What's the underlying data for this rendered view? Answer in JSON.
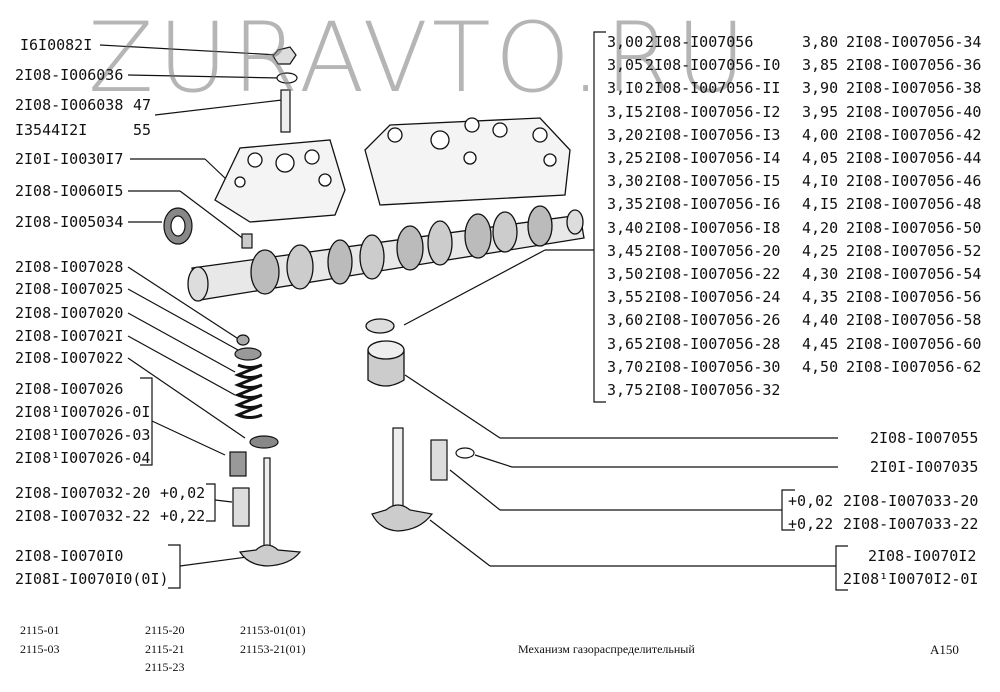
{
  "watermark": "ZURAVTO.RU",
  "labels_left": {
    "nut": "I6I0082I",
    "washer": "2I08-I006036",
    "stud_a": "2I08-I006038",
    "stud_a_len": "47",
    "stud_b": "I3544I2I",
    "stud_b_len": "55",
    "camshaft_housing": "2I0I-I0030I7",
    "plug": "2I08-I0060I5",
    "oil_seal": "2I08-I005034",
    "cotter": "2I08-I007028",
    "spring_retainer": "2I08-I007025",
    "outer_spring": "2I08-I007020",
    "inner_spring": "2I08-I00702I",
    "spring_seat": "2I08-I007022",
    "valve_seal_1": "2I08-I007026",
    "valve_seal_2": "2I08¹I007026-0I",
    "valve_seal_3": "2I08¹I007026-03",
    "valve_seal_4": "2I08¹I007026-04",
    "guide_20": "2I08-I007032-20",
    "guide_20_size": "+0,02",
    "guide_22": "2I08-I007032-22",
    "guide_22_size": "+0,22",
    "intake_valve_1": "2I08-I0070I0",
    "intake_valve_2": "2I08I-I0070I0(0I)"
  },
  "shim_table": {
    "left": [
      {
        "size": "3,00",
        "part": "2I08-I007056"
      },
      {
        "size": "3,05",
        "part": "2I08-I007056-I0"
      },
      {
        "size": "3,I0",
        "part": "2I08-I007056-II"
      },
      {
        "size": "3,I5",
        "part": "2I08-I007056-I2"
      },
      {
        "size": "3,20",
        "part": "2I08-I007056-I3"
      },
      {
        "size": "3,25",
        "part": "2I08-I007056-I4"
      },
      {
        "size": "3,30",
        "part": "2I08-I007056-I5"
      },
      {
        "size": "3,35",
        "part": "2I08-I007056-I6"
      },
      {
        "size": "3,40",
        "part": "2I08-I007056-I8"
      },
      {
        "size": "3,45",
        "part": "2I08-I007056-20"
      },
      {
        "size": "3,50",
        "part": "2I08-I007056-22"
      },
      {
        "size": "3,55",
        "part": "2I08-I007056-24"
      },
      {
        "size": "3,60",
        "part": "2I08-I007056-26"
      },
      {
        "size": "3,65",
        "part": "2I08-I007056-28"
      },
      {
        "size": "3,70",
        "part": "2I08-I007056-30"
      },
      {
        "size": "3,75",
        "part": "2I08-I007056-32"
      }
    ],
    "right": [
      {
        "size": "3,80",
        "part": "2I08-I007056-34"
      },
      {
        "size": "3,85",
        "part": "2I08-I007056-36"
      },
      {
        "size": "3,90",
        "part": "2I08-I007056-38"
      },
      {
        "size": "3,95",
        "part": "2I08-I007056-40"
      },
      {
        "size": "4,00",
        "part": "2I08-I007056-42"
      },
      {
        "size": "4,05",
        "part": "2I08-I007056-44"
      },
      {
        "size": "4,I0",
        "part": "2I08-I007056-46"
      },
      {
        "size": "4,I5",
        "part": "2I08-I007056-48"
      },
      {
        "size": "4,20",
        "part": "2I08-I007056-50"
      },
      {
        "size": "4,25",
        "part": "2I08-I007056-52"
      },
      {
        "size": "4,30",
        "part": "2I08-I007056-54"
      },
      {
        "size": "4,35",
        "part": "2I08-I007056-56"
      },
      {
        "size": "4,40",
        "part": "2I08-I007056-58"
      },
      {
        "size": "4,45",
        "part": "2I08-I007056-60"
      },
      {
        "size": "4,50",
        "part": "2I08-I007056-62"
      }
    ]
  },
  "labels_right": {
    "tappet": "2I08-I007055",
    "valve_seal_exhaust": "2I0I-I007035",
    "ex_guide_20_size": "+0,02",
    "ex_guide_20": "2I08-I007033-20",
    "ex_guide_22_size": "+0,22",
    "ex_guide_22": "2I08-I007033-22",
    "exhaust_valve_1": "2I08-I0070I2",
    "exhaust_valve_2": "2I08¹I0070I2-0I"
  },
  "footer": {
    "models_col1": [
      "2115-01",
      "2115-03"
    ],
    "models_col2": [
      "2115-20",
      "2115-21",
      "2115-23"
    ],
    "models_col3": [
      "21153-01(01)",
      "21153-21(01)"
    ],
    "caption": "Механизм газораспределительный",
    "page_code": "A150"
  }
}
